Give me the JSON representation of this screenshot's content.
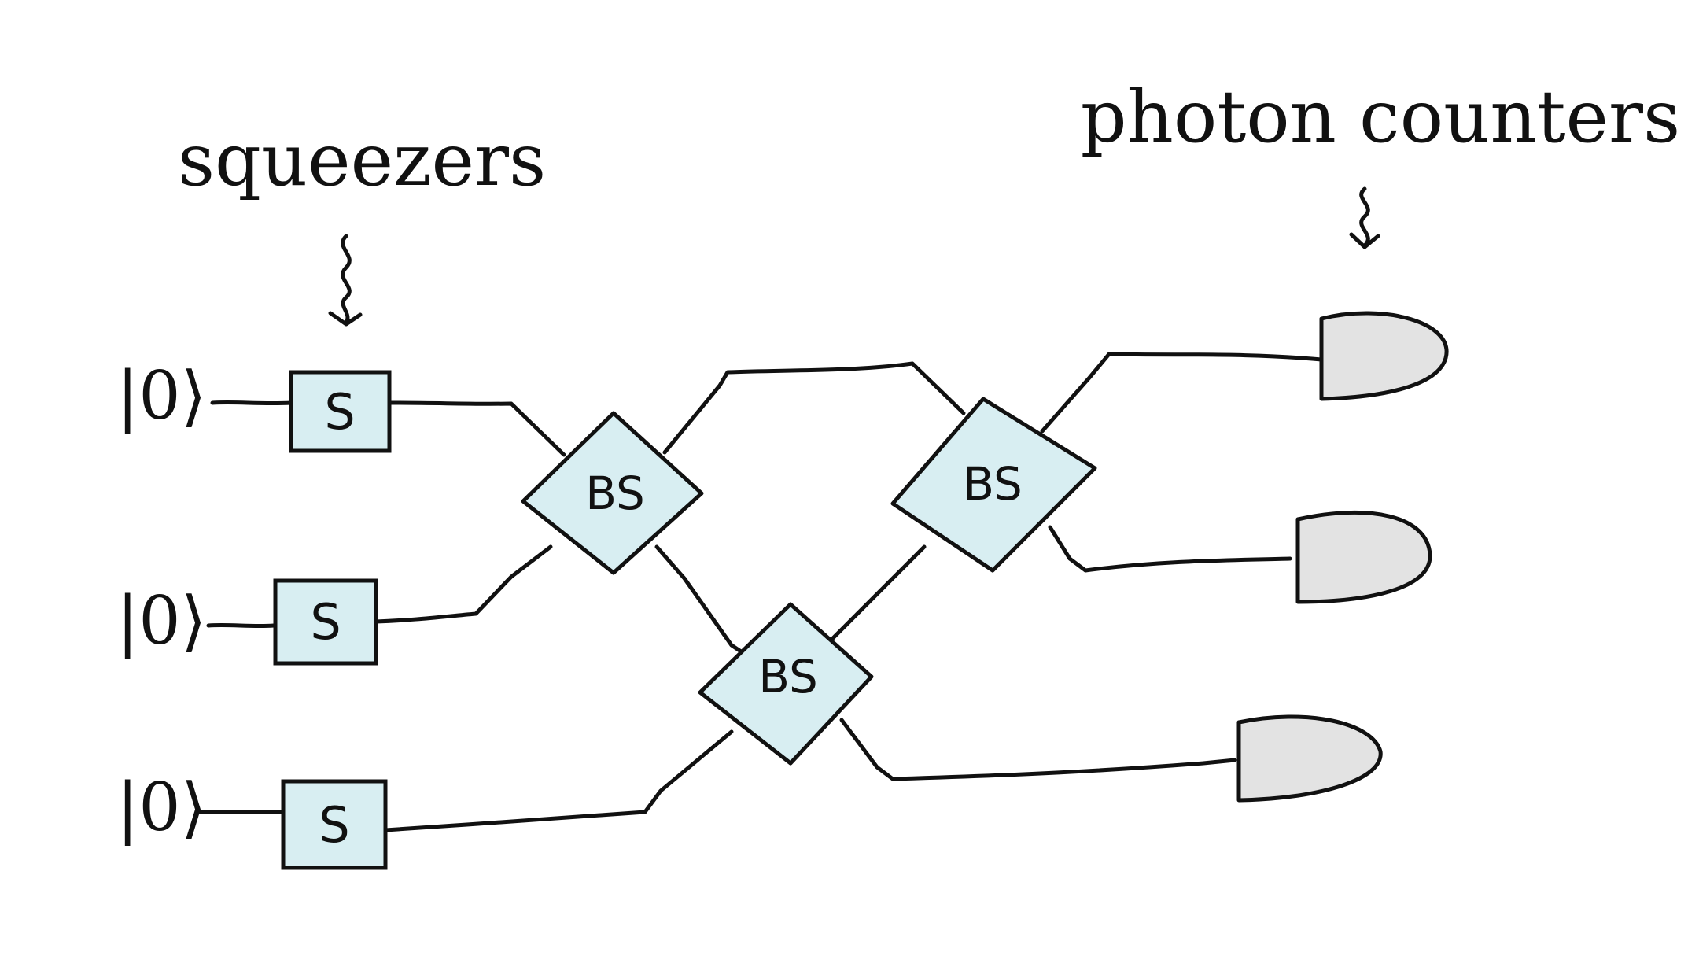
{
  "labels": {
    "squeezers": "squeezers",
    "photon_counters": "photon counters",
    "input_state_1": "|0⟩",
    "input_state_2": "|0⟩",
    "input_state_3": "|0⟩",
    "squeezer_1": "S",
    "squeezer_2": "S",
    "squeezer_3": "S",
    "beamsplitter_1": "BS",
    "beamsplitter_2": "BS",
    "beamsplitter_3": "BS"
  },
  "colors": {
    "component_fill": "#d8eef2",
    "detector_fill": "#e3e3e3",
    "stroke": "#111111",
    "background": "#ffffff"
  }
}
